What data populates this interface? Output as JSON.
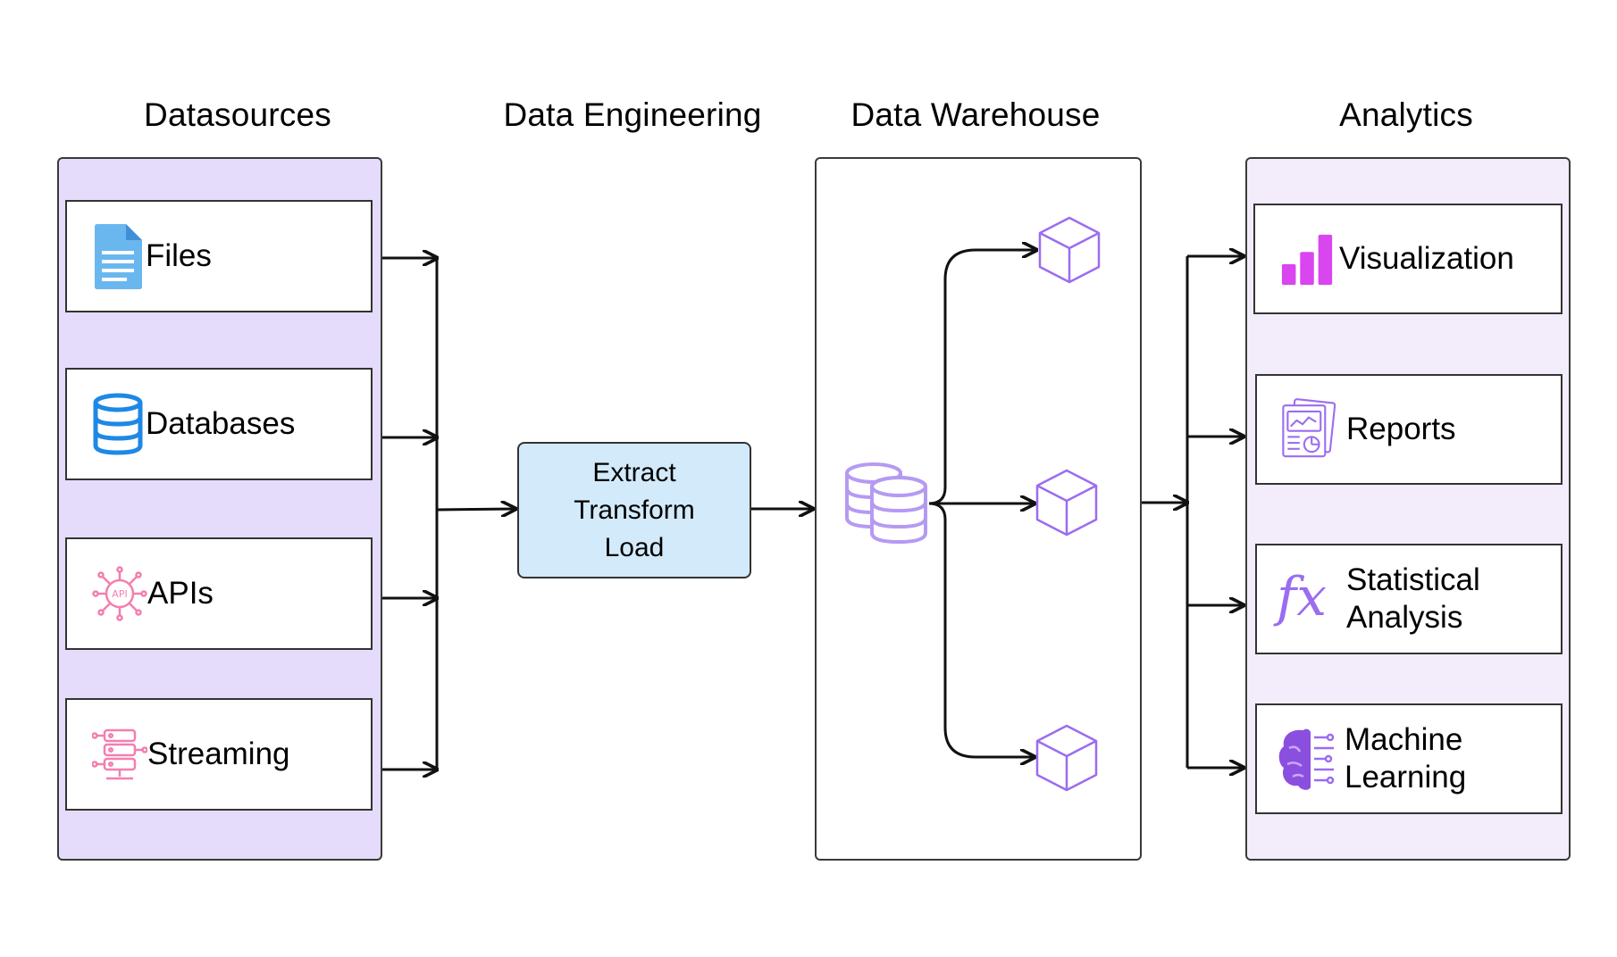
{
  "headings": {
    "datasources": "Datasources",
    "engineering": "Data Engineering",
    "warehouse": "Data Warehouse",
    "analytics": "Analytics"
  },
  "datasources": [
    {
      "label": "Files",
      "icon": "file-icon"
    },
    {
      "label": "Databases",
      "icon": "database-icon"
    },
    {
      "label": "APIs",
      "icon": "api-icon"
    },
    {
      "label": "Streaming",
      "icon": "streaming-server-icon"
    }
  ],
  "etl": {
    "line1": "Extract",
    "line2": "Transform",
    "line3": "Load"
  },
  "warehouse": {
    "store_icon": "database-stack-icon",
    "mart_icon": "cube-icon"
  },
  "analytics": [
    {
      "label": "Visualization",
      "icon": "bar-chart-icon"
    },
    {
      "label": "Reports",
      "icon": "report-icon"
    },
    {
      "line1": "Statistical",
      "line2": "Analysis",
      "icon": "function-fx-icon"
    },
    {
      "line1": "Machine",
      "line2": "Learning",
      "icon": "brain-circuit-icon"
    }
  ],
  "colors": {
    "sources_panel": "#e4dcfa",
    "analytics_panel": "#f3ecfb",
    "etl_box": "#d3eafa",
    "purple_icon": "#9b6cf0",
    "file_blue": "#6ab7f0",
    "db_blue": "#1e88e5",
    "pink": "#f27fb0",
    "magenta": "#d946ef"
  }
}
